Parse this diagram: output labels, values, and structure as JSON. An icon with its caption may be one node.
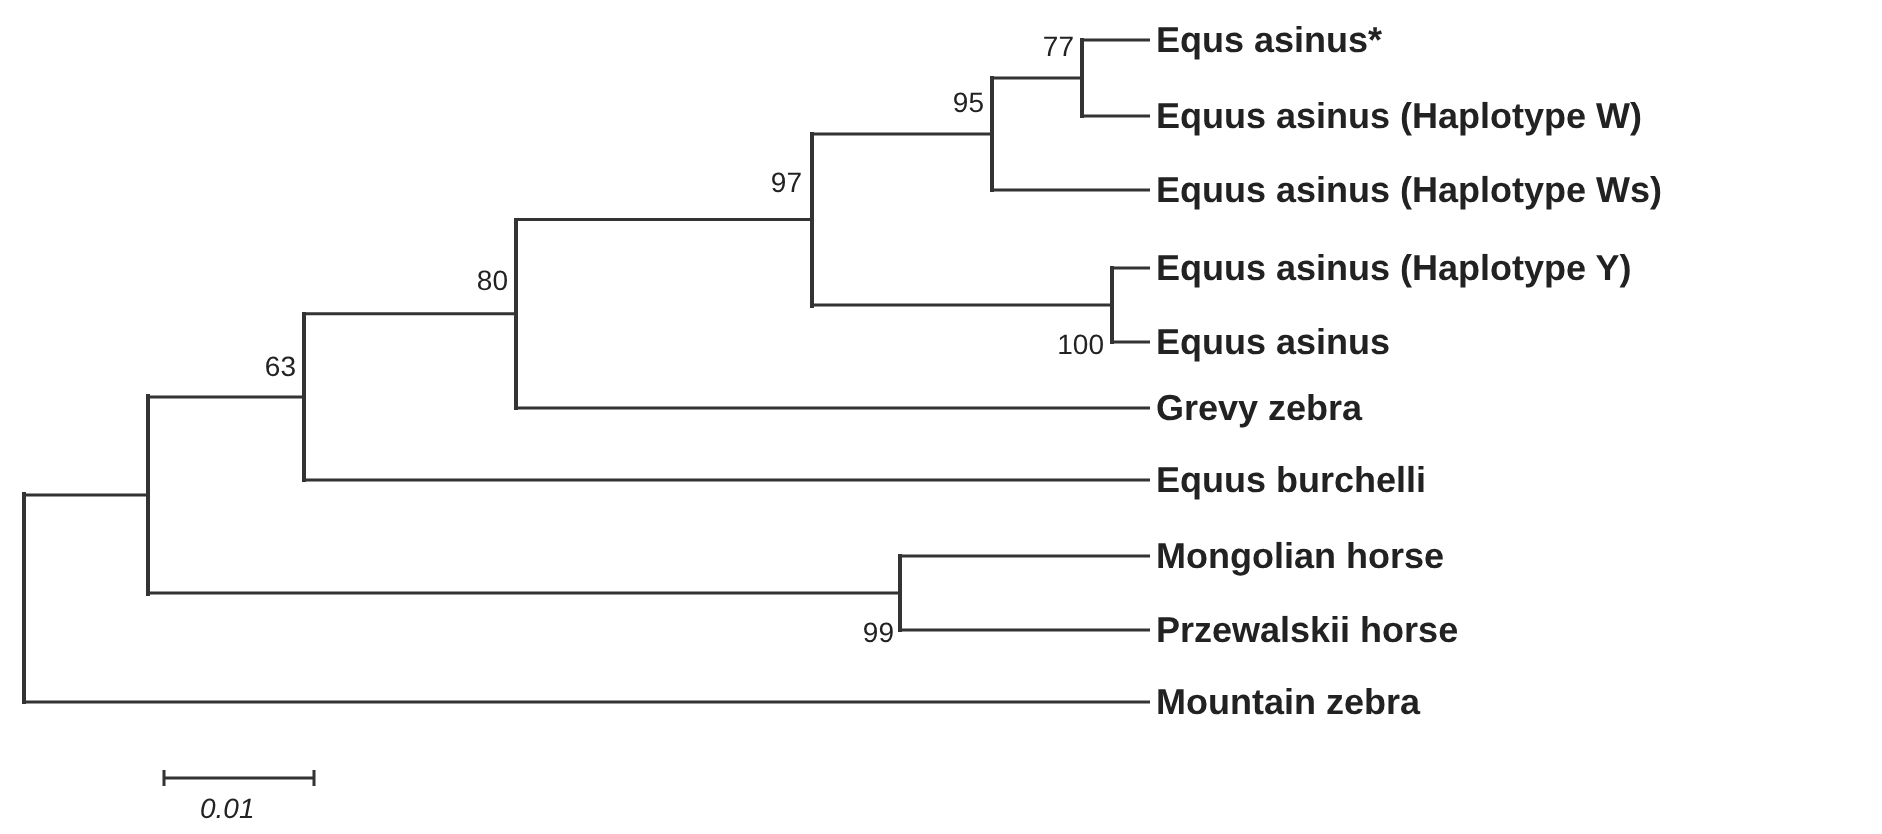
{
  "diagram": {
    "nodes": [
      {
        "text": [],
        "shape": "bar"
      },
      {
        "text": [],
        "shape": "bar"
      },
      {
        "text": [],
        "shape": "bar",
        "beside": [
          "63"
        ]
      },
      {
        "text": [],
        "shape": "bar",
        "beside": [
          "80"
        ]
      },
      {
        "text": [],
        "shape": "bar",
        "beside": [
          "97"
        ]
      },
      {
        "text": [],
        "shape": "bar",
        "beside": [
          "95"
        ]
      },
      {
        "text": [],
        "shape": "bar",
        "beside": [
          "77"
        ]
      },
      {
        "text": [],
        "shape": "bar",
        "beside": [
          "100"
        ]
      },
      {
        "text": [],
        "shape": "bar",
        "beside": [
          "99"
        ]
      },
      {
        "text": [
          "Equs asinus*"
        ]
      },
      {
        "text": [
          "Equus asinus (Haplotype W)"
        ]
      },
      {
        "text": [
          "Equus asinus (Haplotype Ws)"
        ]
      },
      {
        "text": [
          "Equus asinus (Haplotype Y)"
        ]
      },
      {
        "text": [
          "Equus asinus"
        ]
      },
      {
        "text": [
          "Grevy zebra"
        ]
      },
      {
        "text": [
          "Equus burchelli"
        ]
      },
      {
        "text": [
          "Mongolian horse"
        ]
      },
      {
        "text": [
          "Przewalskii horse"
        ]
      },
      {
        "text": [
          "Mountain zebra"
        ]
      }
    ],
    "edges": [
      {
        "from": 0,
        "to": 1,
        "arrow": "none"
      },
      {
        "from": 0,
        "to": 18,
        "arrow": "none"
      },
      {
        "from": 1,
        "to": 2,
        "arrow": "none"
      },
      {
        "from": 1,
        "to": 8,
        "arrow": "none"
      },
      {
        "from": 2,
        "to": 3,
        "arrow": "none"
      },
      {
        "from": 2,
        "to": 15,
        "arrow": "none"
      },
      {
        "from": 3,
        "to": 4,
        "arrow": "none"
      },
      {
        "from": 3,
        "to": 14,
        "arrow": "none"
      },
      {
        "from": 4,
        "to": 5,
        "arrow": "none"
      },
      {
        "from": 4,
        "to": 7,
        "arrow": "none"
      },
      {
        "from": 5,
        "to": 6,
        "arrow": "none"
      },
      {
        "from": 5,
        "to": 11,
        "arrow": "none"
      },
      {
        "from": 6,
        "to": 9,
        "arrow": "none"
      },
      {
        "from": 6,
        "to": 10,
        "arrow": "none"
      },
      {
        "from": 7,
        "to": 12,
        "arrow": "none"
      },
      {
        "from": 7,
        "to": 13,
        "arrow": "none"
      },
      {
        "from": 8,
        "to": 16,
        "arrow": "none"
      },
      {
        "from": 8,
        "to": 17,
        "arrow": "none"
      }
    ],
    "labels": [
      "0.01"
    ]
  }
}
